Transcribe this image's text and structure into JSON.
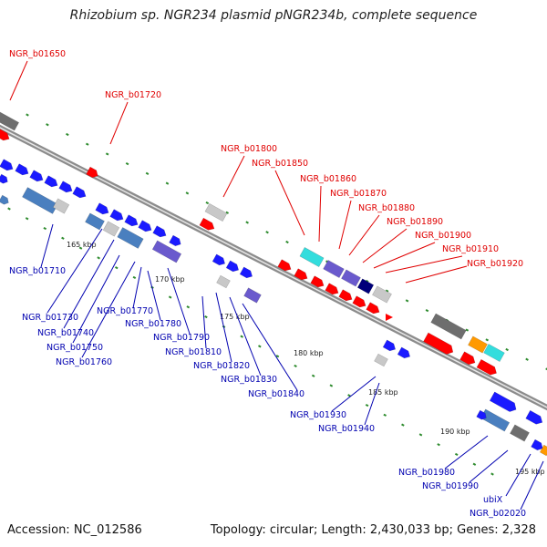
{
  "title": "Rhizobium sp. NGR234 plasmid pNGR234b, complete sequence",
  "footer": {
    "accession": "Accession: NC_012586",
    "summary": "Topology: circular; Length: 2,430,033 bp; Genes: 2,328"
  },
  "colors": {
    "red_label": "#e00000",
    "blue_label": "#0000b0",
    "backbone": "#8c8c8c",
    "tick_green": "#2e8b2e",
    "gene_red": "#ff0000",
    "gene_blue": "#1a1aff",
    "gene_gray": "#c8c8c8",
    "gene_darkgray": "#6e6e6e",
    "gene_cyan": "#33dddd",
    "gene_orange": "#ff9900",
    "gene_steel": "#4a7fbf",
    "gene_purple": "#6a5acd",
    "gene_navy": "#00007a"
  },
  "scale_labels": [
    "165 kbp",
    "170 kbp",
    "175 kbp",
    "180 kbp",
    "185 kbp",
    "190 kbp",
    "195 kbp"
  ],
  "red_labels": [
    "NGR_b01650",
    "NGR_b01720",
    "NGR_b01800",
    "NGR_b01850",
    "NGR_b01860",
    "NGR_b01870",
    "NGR_b01880",
    "NGR_b01890",
    "NGR_b01900",
    "NGR_b01910",
    "NGR_b01920"
  ],
  "blue_labels": [
    "NGR_b01710",
    "NGR_b01730",
    "NGR_b01740",
    "NGR_b01750",
    "NGR_b01760",
    "NGR_b01770",
    "NGR_b01780",
    "NGR_b01790",
    "NGR_b01810",
    "NGR_b01820",
    "NGR_b01830",
    "NGR_b01840",
    "NGR_b01930",
    "NGR_b01940",
    "NGR_b01980",
    "NGR_b01990",
    "ubiX",
    "NGR_b02020"
  ]
}
